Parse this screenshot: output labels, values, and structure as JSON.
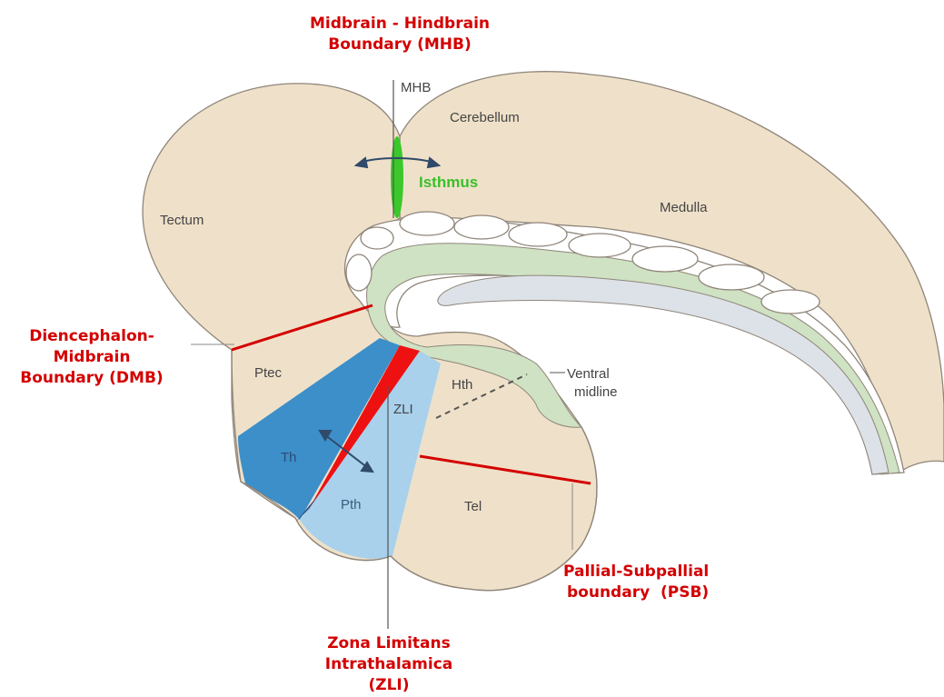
{
  "labels": {
    "mhb_boundary": [
      "Midbrain - Hindbrain",
      "Boundary (MHB)"
    ],
    "mhb": "MHB",
    "cerebellum": "Cerebellum",
    "isthmus": "Isthmus",
    "tectum": "Tectum",
    "medulla": "Medulla",
    "dmb_boundary": [
      "Diencephalon-",
      "Midbrain",
      "Boundary (DMB)"
    ],
    "ptec": "Ptec",
    "hth": "Hth",
    "zli": "ZLI",
    "ventral_midline": [
      "Ventral",
      "midline"
    ],
    "th": "Th",
    "pth": "Pth",
    "tel": "Tel",
    "psb_boundary": [
      "Pallial-Subpallial",
      "boundary  (PSB)"
    ],
    "zli_boundary": [
      "Zona Limitans",
      "Intrathalamica",
      "(ZLI)"
    ]
  },
  "colors": {
    "tissue": "#efe1c9",
    "outline": "#8f857a",
    "ventricle_fill": "#ffffff",
    "floor_plate": "#cfe2c3",
    "inner_channel": "#dde2e8",
    "thalamus": "#3d8fc9",
    "prethalamus": "#a9d1ec",
    "zli": "#ee1111",
    "isthmus": "#3bc82b",
    "boundary_red": "#d40000",
    "arrow": "#2f4a6a"
  }
}
